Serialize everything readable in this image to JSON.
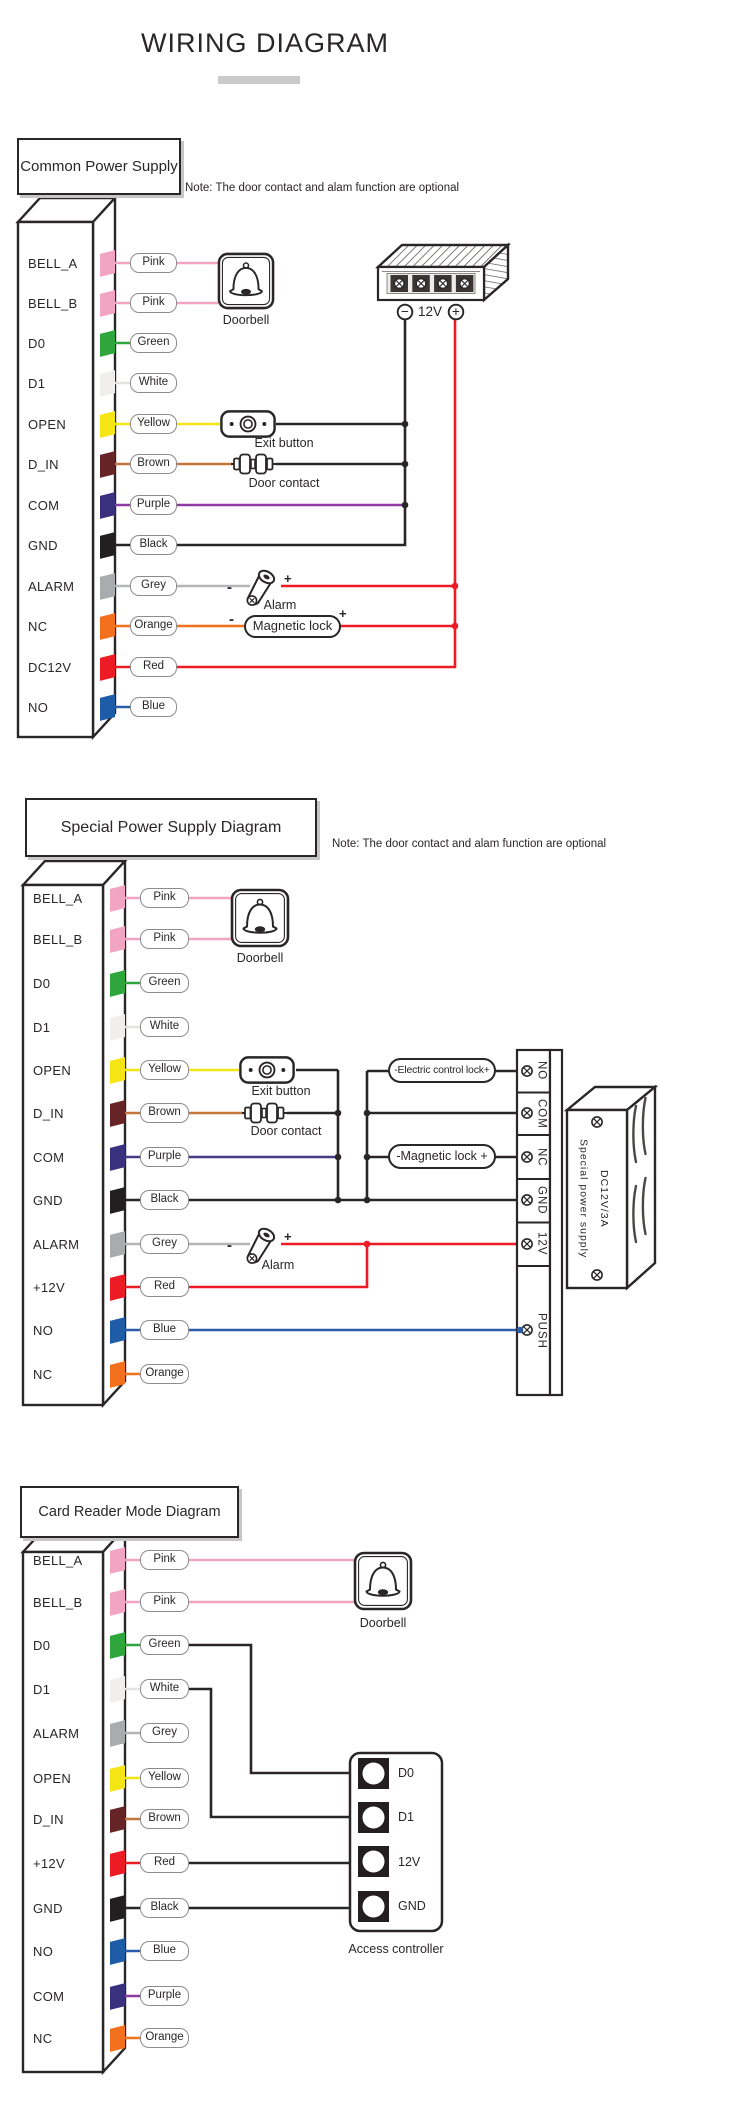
{
  "title": "WIRING DIAGRAM",
  "signs": {
    "minus": "-",
    "plus": "+"
  },
  "palette": {
    "tags": {
      "pink": "#F2A5C3",
      "green": "#2FA63C",
      "white": "#F1EFED",
      "yellow": "#F5E515",
      "brown": "#672427",
      "purple": "#39307E",
      "black": "#231F20",
      "grey": "#A9ABAE",
      "orange": "#F3701D",
      "red": "#EC1B24",
      "blue": "#1E5CA8"
    },
    "wires": {
      "pink": "#F2A5C3",
      "green": "#2FA63C",
      "white": "#E4E2E0",
      "yellow": "#F5E515",
      "brown": "#C4763B",
      "purple": "#8E3AA2",
      "purple2": "#453C85",
      "black": "#2A2627",
      "grey": "#B3B5B8",
      "orange": "#F3701D",
      "red": "#EC1B24",
      "blue": "#2A5CAC"
    }
  },
  "sections": {
    "s1": {
      "heading": "Common Power Supply",
      "note": "Note: The door contact and alam function are optional",
      "rows": [
        {
          "pin": "BELL_A",
          "color": "pink",
          "label": "Pink"
        },
        {
          "pin": "BELL_B",
          "color": "pink",
          "label": "Pink"
        },
        {
          "pin": "D0",
          "color": "green",
          "label": "Green"
        },
        {
          "pin": "D1",
          "color": "white",
          "label": "White"
        },
        {
          "pin": "OPEN",
          "color": "yellow",
          "label": "Yellow"
        },
        {
          "pin": "D_IN",
          "color": "brown",
          "label": "Brown"
        },
        {
          "pin": "COM",
          "color": "purple",
          "label": "Purple"
        },
        {
          "pin": "GND",
          "color": "black",
          "label": "Black"
        },
        {
          "pin": "ALARM",
          "color": "grey",
          "label": "Grey"
        },
        {
          "pin": "NC",
          "color": "orange",
          "label": "Orange"
        },
        {
          "pin": "DC12V",
          "color": "red",
          "label": "Red"
        },
        {
          "pin": "NO",
          "color": "blue",
          "label": "Blue"
        }
      ],
      "components": {
        "doorbell": "Doorbell",
        "exit_button": "Exit button",
        "door_contact": "Door contact",
        "alarm": "Alarm",
        "magnetic_lock": "Magnetic lock"
      },
      "psu": {
        "minus": "−",
        "volts": "12V",
        "plus": "+"
      }
    },
    "s2": {
      "heading": "Special Power Supply Diagram",
      "note": "Note: The door contact and alam function are optional",
      "rows": [
        {
          "pin": "BELL_A",
          "color": "pink",
          "label": "Pink"
        },
        {
          "pin": "BELL_B",
          "color": "pink",
          "label": "Pink"
        },
        {
          "pin": "D0",
          "color": "green",
          "label": "Green"
        },
        {
          "pin": "D1",
          "color": "white",
          "label": "White"
        },
        {
          "pin": "OPEN",
          "color": "yellow",
          "label": "Yellow"
        },
        {
          "pin": "D_IN",
          "color": "brown",
          "label": "Brown"
        },
        {
          "pin": "COM",
          "color": "purple",
          "label": "Purple"
        },
        {
          "pin": "GND",
          "color": "black",
          "label": "Black"
        },
        {
          "pin": "ALARM",
          "color": "grey",
          "label": "Grey"
        },
        {
          "pin": "+12V",
          "color": "red",
          "label": "Red"
        },
        {
          "pin": "NO",
          "color": "blue",
          "label": "Blue"
        },
        {
          "pin": "NC",
          "color": "orange",
          "label": "Orange"
        }
      ],
      "components": {
        "doorbell": "Doorbell",
        "exit_button": "Exit button",
        "door_contact": "Door contact",
        "alarm": "Alarm",
        "electric_lock": "-Electric control lock+",
        "magnetic_lock": "-Magnetic lock +"
      },
      "terminals": [
        "NO",
        "COM",
        "NC",
        "GND",
        "12V",
        "PUSH"
      ],
      "psu": {
        "model": "DC12V/3A",
        "name": "Special power supply"
      }
    },
    "s3": {
      "heading": "Card Reader Mode Diagram",
      "rows": [
        {
          "pin": "BELL_A",
          "color": "pink",
          "label": "Pink"
        },
        {
          "pin": "BELL_B",
          "color": "pink",
          "label": "Pink"
        },
        {
          "pin": "D0",
          "color": "green",
          "label": "Green"
        },
        {
          "pin": "D1",
          "color": "white",
          "label": "White"
        },
        {
          "pin": "ALARM",
          "color": "grey",
          "label": "Grey"
        },
        {
          "pin": "OPEN",
          "color": "yellow",
          "label": "Yellow"
        },
        {
          "pin": "D_IN",
          "color": "brown",
          "label": "Brown"
        },
        {
          "pin": "+12V",
          "color": "red",
          "label": "Red"
        },
        {
          "pin": "GND",
          "color": "black",
          "label": "Black"
        },
        {
          "pin": "NO",
          "color": "blue",
          "label": "Blue"
        },
        {
          "pin": "COM",
          "color": "purple",
          "label": "Purple"
        },
        {
          "pin": "NC",
          "color": "orange",
          "label": "Orange"
        }
      ],
      "components": {
        "doorbell": "Doorbell",
        "controller_label": "Access controller"
      },
      "ports": [
        "D0",
        "D1",
        "12V",
        "GND"
      ]
    }
  }
}
